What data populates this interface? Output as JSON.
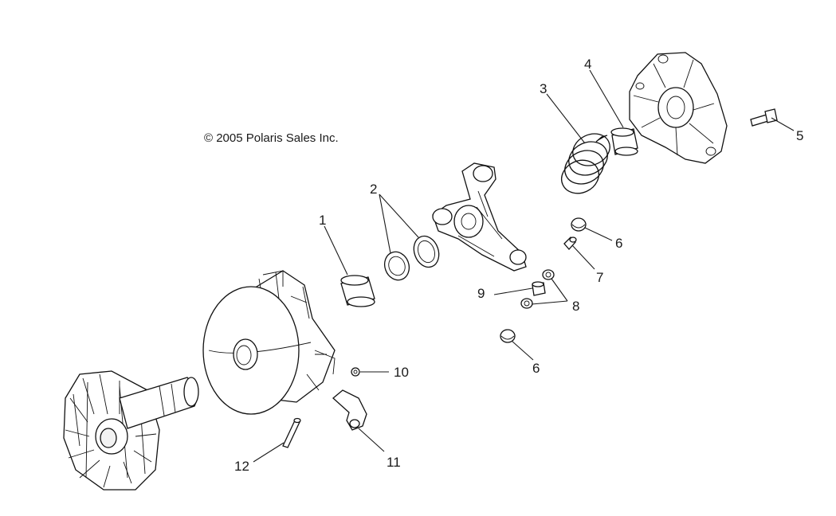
{
  "copyright": "© 2005 Polaris Sales Inc.",
  "callouts": {
    "c1": "1",
    "c2": "2",
    "c3": "3",
    "c4": "4",
    "c5": "5",
    "c6a": "6",
    "c6b": "6",
    "c7": "7",
    "c8": "8",
    "c9": "9",
    "c10": "10",
    "c11": "11",
    "c12": "12"
  }
}
